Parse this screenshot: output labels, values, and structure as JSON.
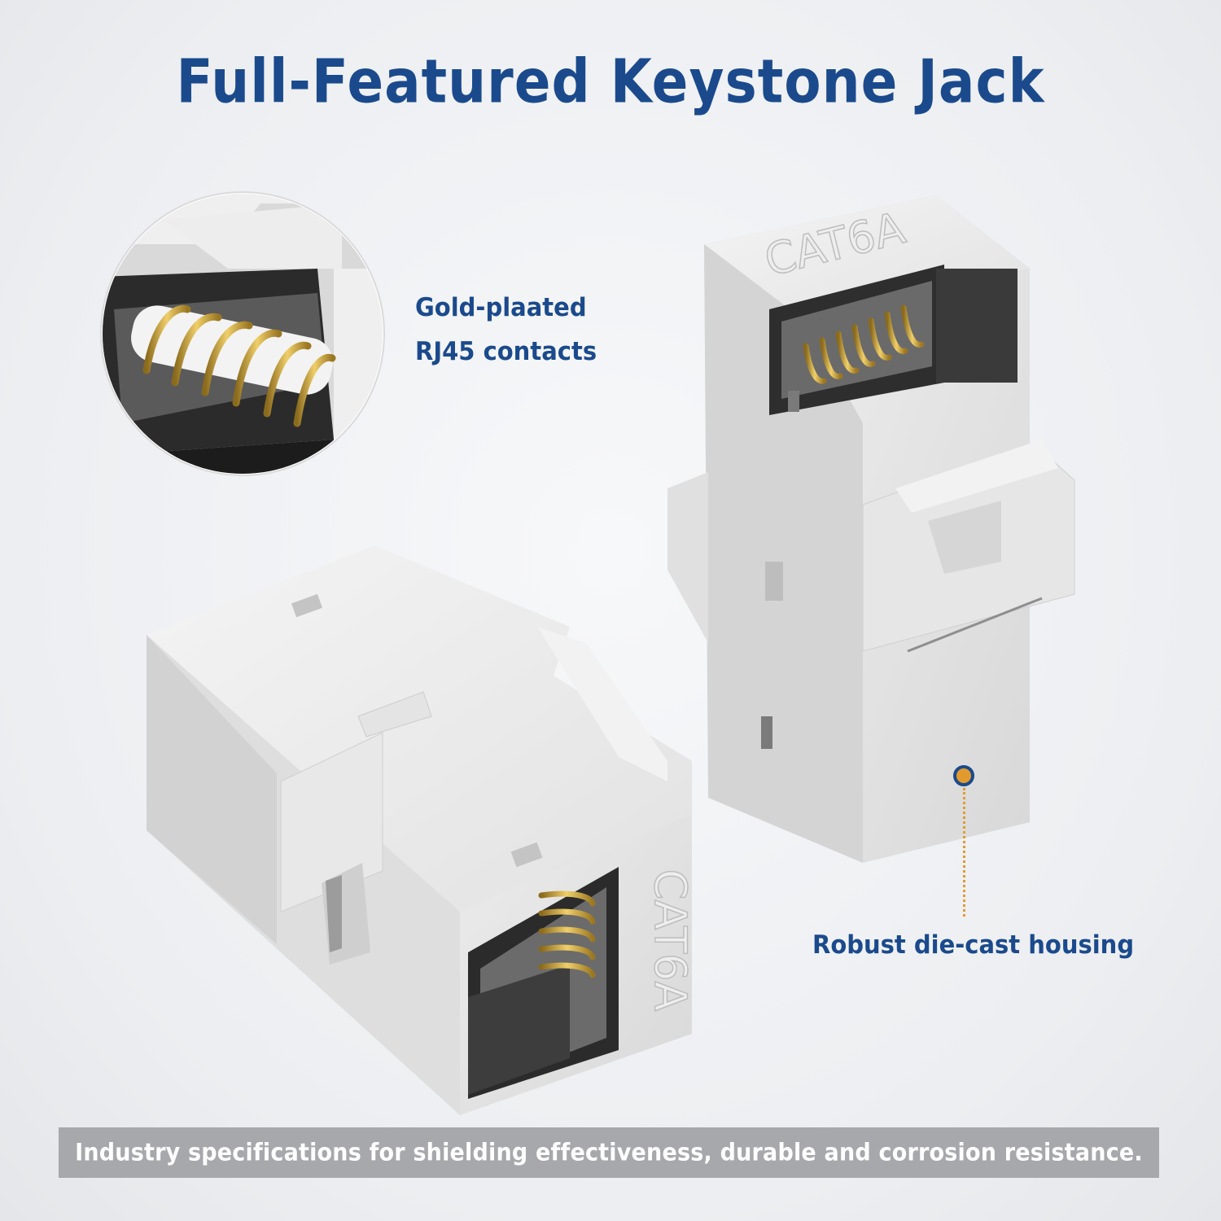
{
  "title": "Full-Featured Keystone Jack",
  "callouts": {
    "gold_contacts_line1": "Gold-plaated",
    "gold_contacts_line2": "RJ45 contacts",
    "housing": "Robust die-cast housing"
  },
  "product_marking": "CAT6A",
  "footer": "Industry specifications for shielding effectiveness, durable and corrosion resistance.",
  "colors": {
    "brand_blue": "#1b4a8c",
    "accent_orange": "#e39a2c",
    "footer_bar": "#a6a8ab",
    "gold": "#d1a53a"
  },
  "icons": {
    "zoom_inset": "contacts-zoom-inset",
    "marker": "callout-marker-dot"
  }
}
